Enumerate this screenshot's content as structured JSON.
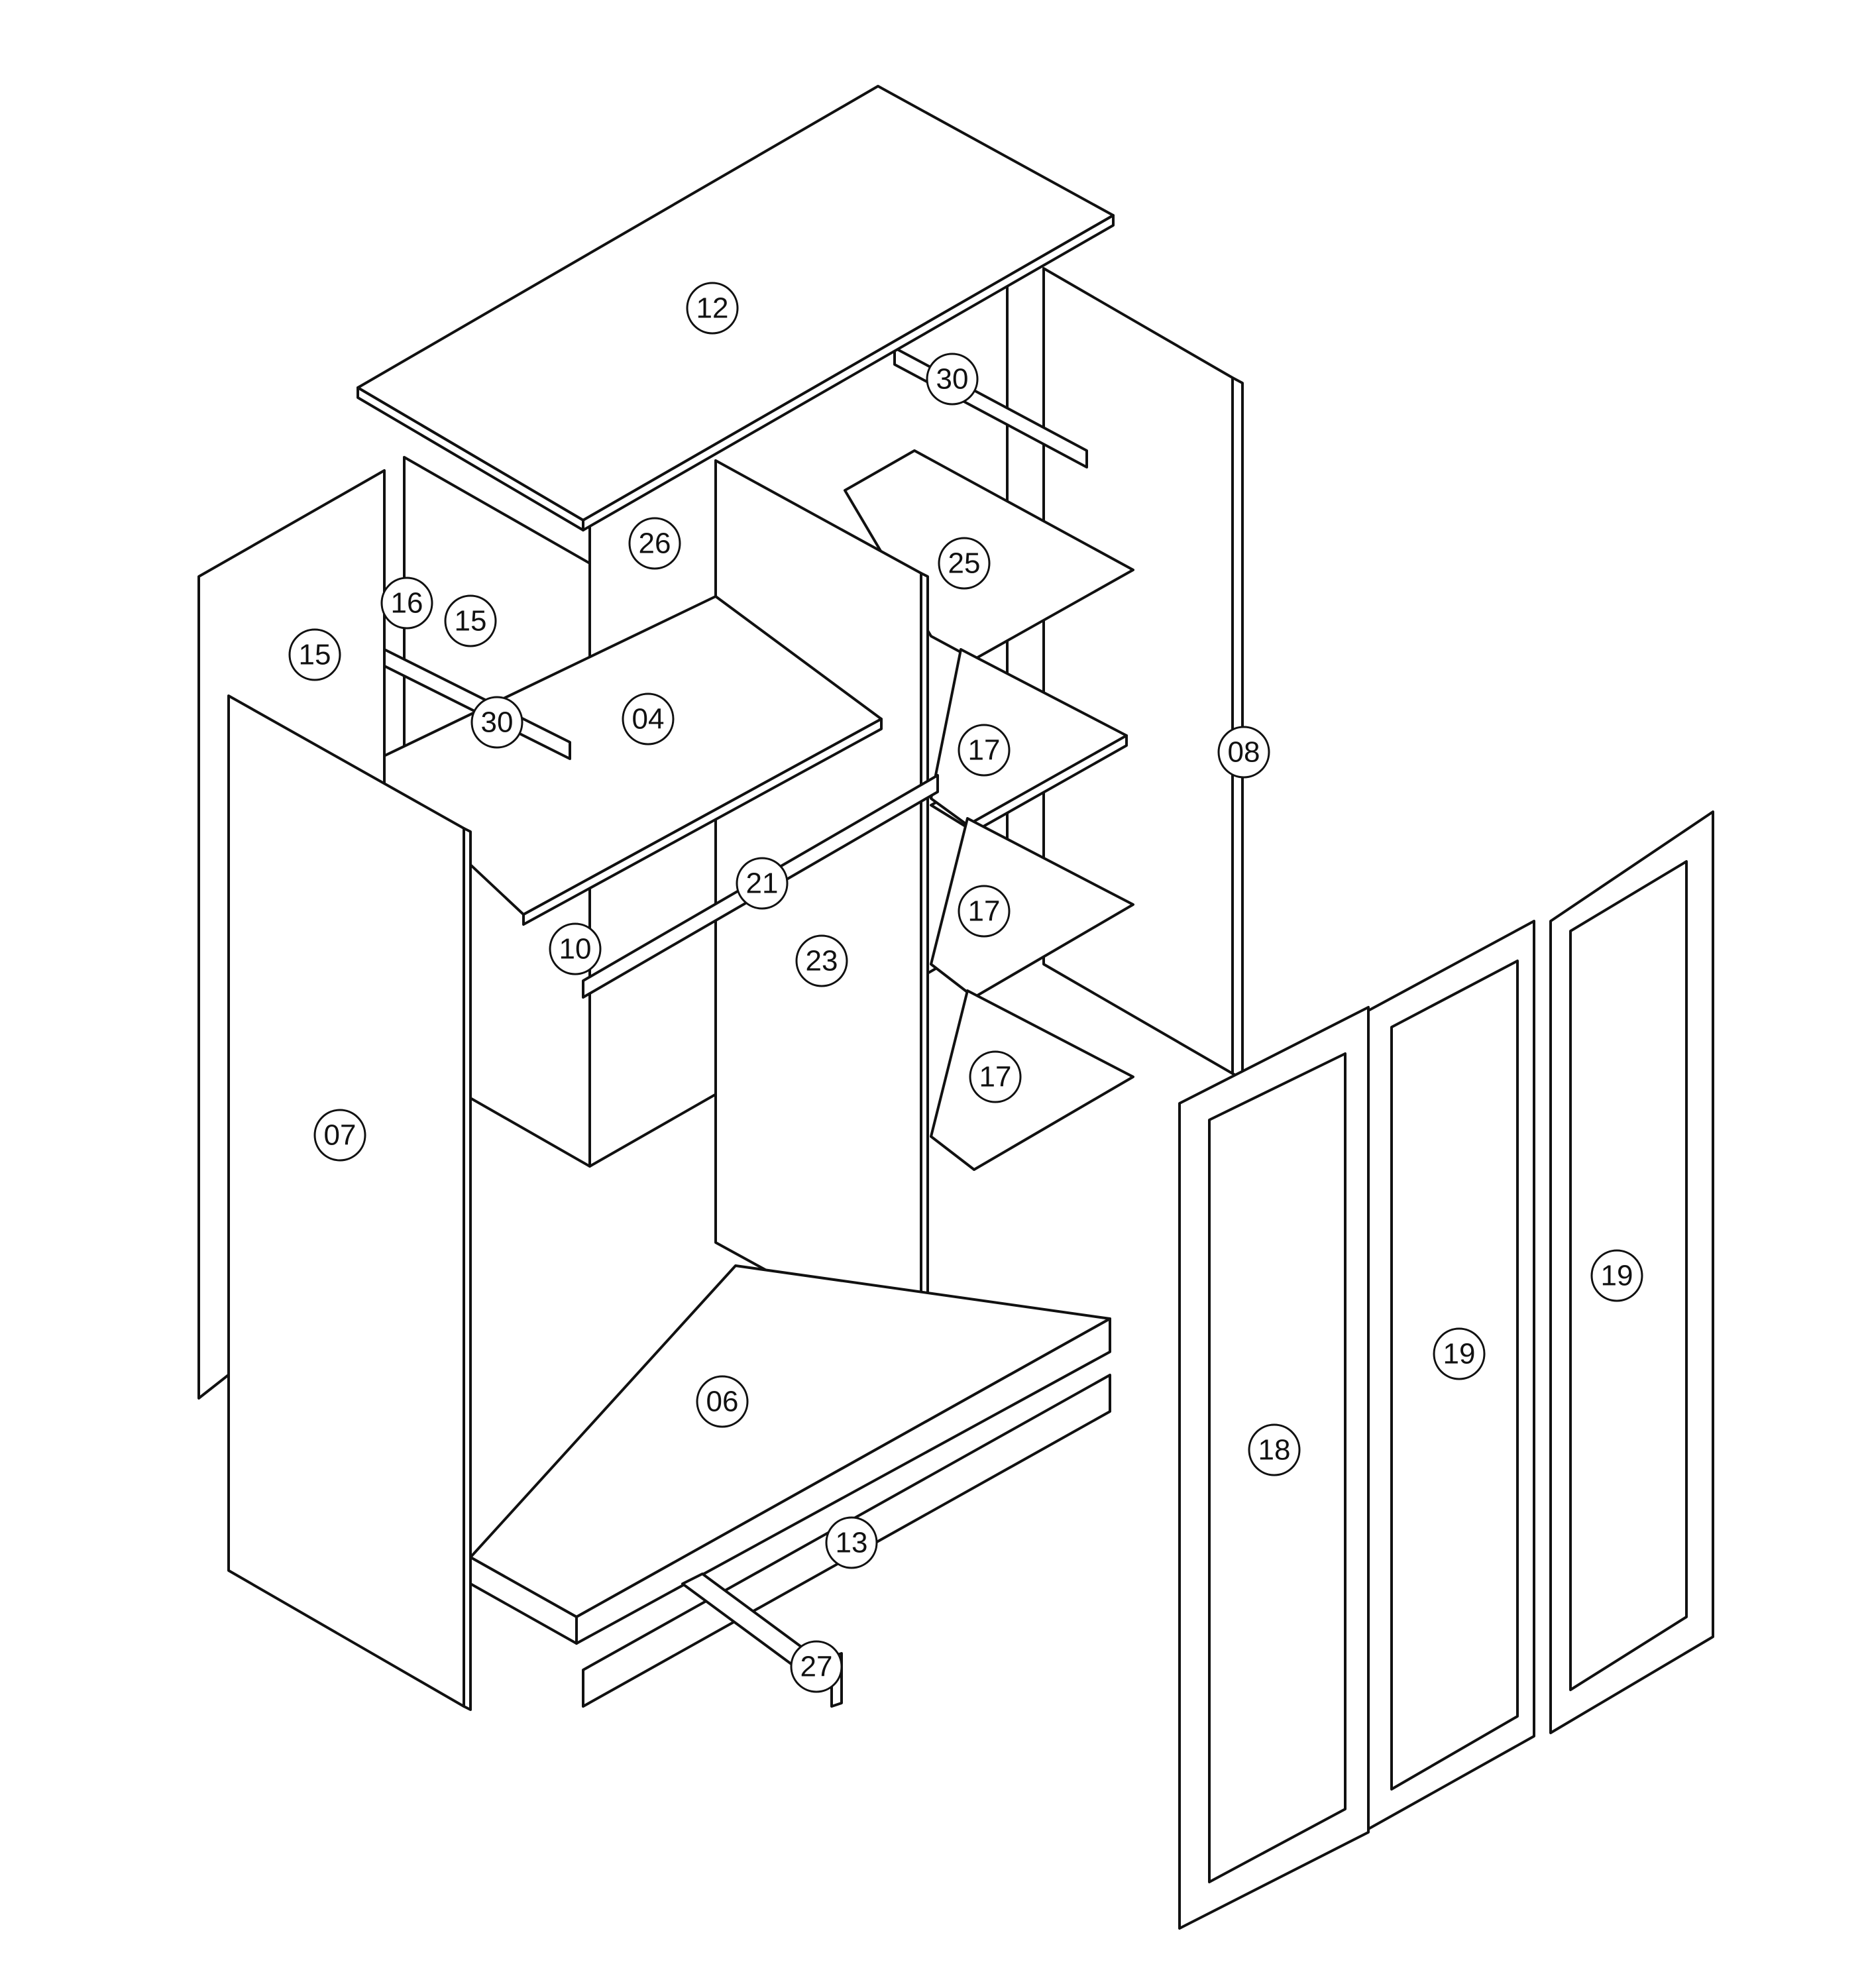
{
  "labels": {
    "p12": "12",
    "p30_top": "30",
    "p26": "26",
    "p25": "25",
    "p16": "16",
    "p15_a": "15",
    "p15_b": "15",
    "p30_mid": "30",
    "p04": "04",
    "p17_a": "17",
    "p08": "08",
    "p21": "21",
    "p10": "10",
    "p23": "23",
    "p17_b": "17",
    "p17_c": "17",
    "p07": "07",
    "p06": "06",
    "p13": "13",
    "p27": "27",
    "p18": "18",
    "p19_a": "19",
    "p19_b": "19"
  },
  "colors": {
    "line": "#111111",
    "panel": "#ffffff"
  }
}
